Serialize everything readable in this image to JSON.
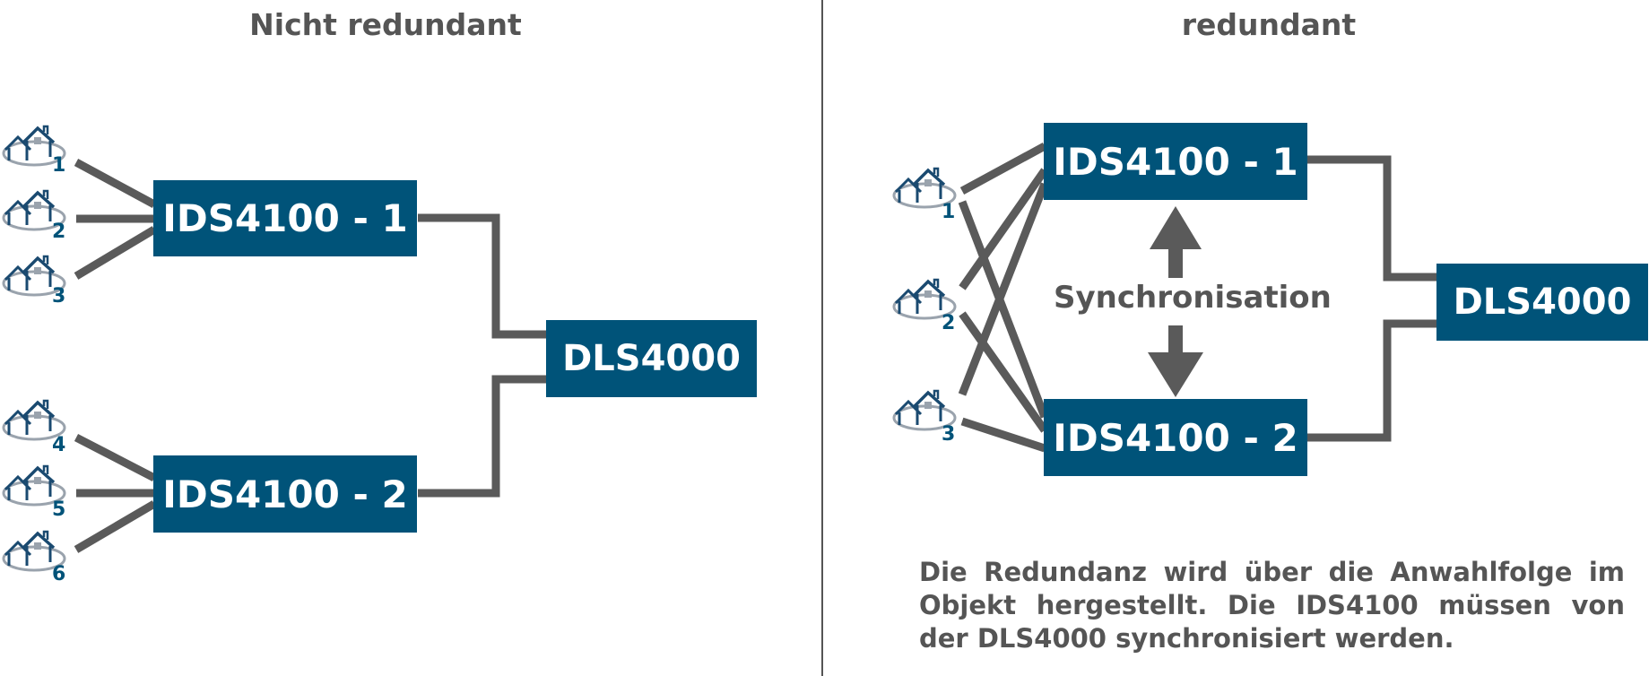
{
  "left": {
    "title": "Nicht redundant",
    "ids1": "IDS4100 - 1",
    "ids2": "IDS4100 - 2",
    "dls": "DLS4000",
    "buildings": [
      "1",
      "2",
      "3",
      "4",
      "5",
      "6"
    ]
  },
  "right": {
    "title": "redundant",
    "ids1": "IDS4100 - 1",
    "ids2": "IDS4100 - 2",
    "dls": "DLS4000",
    "sync": "Synchronisation",
    "buildings": [
      "1",
      "2",
      "3"
    ],
    "note": "Die Redundanz wird über die Anwahlfolge im Objekt hergestellt. Die IDS4100 müssen von der DLS4000 synchronisiert werden."
  },
  "colors": {
    "box": "#005379",
    "line": "#5a5a5a",
    "text": "#555555",
    "icon": "#1a4a70"
  },
  "icons": {
    "building": "house-group-icon",
    "sync_up": "arrow-up-icon",
    "sync_down": "arrow-down-icon"
  }
}
